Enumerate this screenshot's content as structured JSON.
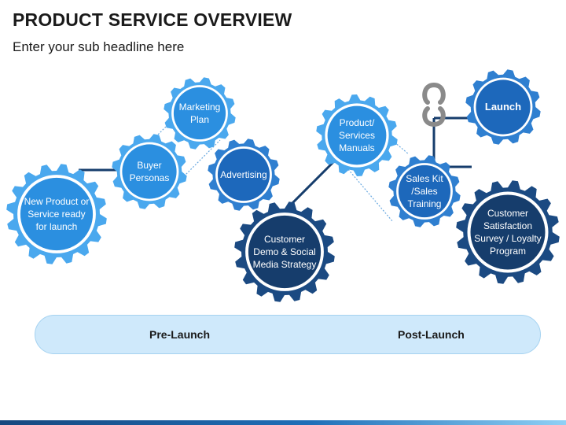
{
  "header": {
    "title": "PRODUCT SERVICE OVERVIEW",
    "subtitle": "Enter your sub headline here"
  },
  "gears": [
    {
      "id": "new-product",
      "label": "New Product or\nService ready\nfor launch"
    },
    {
      "id": "buyer-personas",
      "label": "Buyer\nPersonas"
    },
    {
      "id": "marketing-plan",
      "label": "Marketing\nPlan"
    },
    {
      "id": "advertising",
      "label": "Advertising"
    },
    {
      "id": "customer-demo",
      "label": "Customer\nDemo & Social\nMedia Strategy"
    },
    {
      "id": "product-manuals",
      "label": "Product/\nServices\nManuals"
    },
    {
      "id": "sales-kit",
      "label": "Sales Kit\n/Sales\nTraining"
    },
    {
      "id": "launch",
      "label": "Launch"
    },
    {
      "id": "customer-satisfaction",
      "label": "Customer\nSatisfaction\nSurvey / Loyalty\nProgram"
    }
  ],
  "phases": {
    "pre_launch": "Pre-Launch",
    "post_launch": "Post-Launch"
  },
  "colors": {
    "light_blue": "#4aa8ee",
    "light_blue_inner": "#2b8fe0",
    "mid_blue": "#2f7fd0",
    "mid_blue_inner": "#1d68bb",
    "dark_navy": "#1b4a82",
    "dark_navy_inner": "#163d6c",
    "connector": "#163d6c",
    "link_icon": "#8a8a8a"
  }
}
